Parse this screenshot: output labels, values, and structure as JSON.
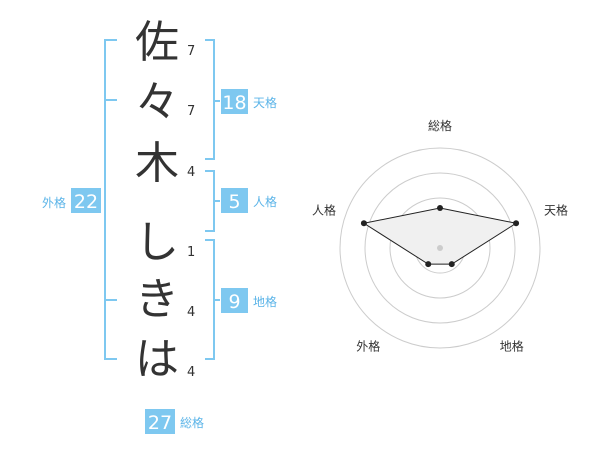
{
  "name": {
    "characters": [
      {
        "char": "佐",
        "strokes": "7"
      },
      {
        "char": "々",
        "strokes": "7"
      },
      {
        "char": "木",
        "strokes": "4"
      },
      {
        "char": "し",
        "strokes": "1"
      },
      {
        "char": "き",
        "strokes": "4"
      },
      {
        "char": "は",
        "strokes": "4"
      }
    ]
  },
  "scores": {
    "tenkaku": {
      "value": "18",
      "label": "天格"
    },
    "jinkaku": {
      "value": "5",
      "label": "人格"
    },
    "chikaku": {
      "value": "9",
      "label": "地格"
    },
    "gaikaku": {
      "value": "22",
      "label": "外格"
    },
    "soukaku": {
      "value": "27",
      "label": "総格"
    }
  },
  "colors": {
    "accent": "#7ec8f0",
    "label": "#5bb4e8",
    "text": "#333333"
  },
  "chart_data": {
    "type": "radar",
    "axes": [
      "総格",
      "天格",
      "地格",
      "外格",
      "人格"
    ],
    "levels": 4,
    "values": [
      2,
      4,
      1,
      1,
      4
    ],
    "max": 5
  }
}
